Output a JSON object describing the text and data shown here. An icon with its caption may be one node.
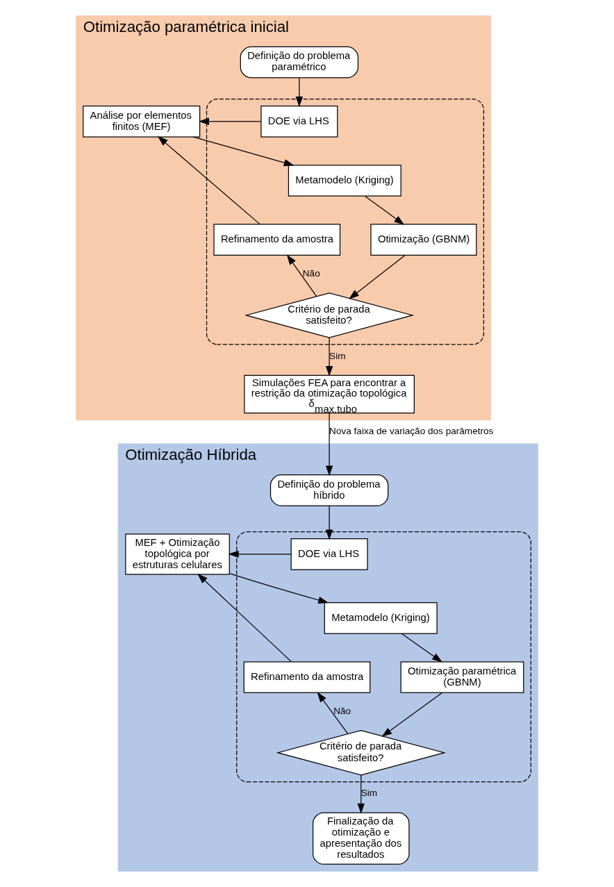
{
  "diagram": {
    "nodes": [
      {
        "text": [
          "Otimização paramétrica inicial"
        ]
      },
      {
        "text": [],
        "shape": "box",
        "in": 0
      },
      {
        "text": [
          "Definição do problema paramétrico"
        ],
        "in": 0
      },
      {
        "text": [
          "DOE via LHS"
        ],
        "in": 1
      },
      {
        "text": [
          "Análise por elementos finitos (MEF)"
        ],
        "in": 0
      },
      {
        "text": [
          "Metamodelo (Kriging)"
        ],
        "in": 1
      },
      {
        "text": [
          "Refinamento da amostra"
        ],
        "in": 1
      },
      {
        "text": [
          "Otimização (GBNM)"
        ],
        "in": 1
      },
      {
        "text": [
          "Critério de parada satisfeito?"
        ],
        "in": 1
      },
      {
        "text": [
          "Simulações FEA para encontrar a restrição da otimização topológica δ$_{max.tubo}$"
        ],
        "in": 0
      },
      {
        "text": [
          "Otimização Híbrida"
        ]
      },
      {
        "text": [],
        "shape": "box",
        "in": 10
      },
      {
        "text": [
          "Definição do problema híbrido"
        ],
        "in": 10
      },
      {
        "text": [
          "DOE via LHS"
        ],
        "in": 11
      },
      {
        "text": [
          "MEF + Otimização topológica por estruturas celulares"
        ],
        "in": 10
      },
      {
        "text": [
          "Metamodelo (Kriging)"
        ],
        "in": 11
      },
      {
        "text": [
          "Refinamento da amostra"
        ],
        "in": 11
      },
      {
        "text": [
          "Otimização paramétrica (GBNM)"
        ],
        "in": 11
      },
      {
        "text": [
          "Critério de parada satisfeito?"
        ],
        "in": 11
      },
      {
        "text": [
          "Finalização da otimização e apresentação dos resultados"
        ],
        "in": 10
      }
    ],
    "edges": [
      {
        "from": 2,
        "to": 3,
        "arrow": "to"
      },
      {
        "from": 3,
        "to": 4,
        "arrow": "to"
      },
      {
        "from": 4,
        "to": 5,
        "arrow": "to"
      },
      {
        "from": 5,
        "to": 7,
        "arrow": "to"
      },
      {
        "from": 7,
        "to": 8,
        "arrow": "to"
      },
      {
        "from": 8,
        "to": 6,
        "arrow": "to",
        "label": "Não"
      },
      {
        "from": 6,
        "to": 4,
        "arrow": "to"
      },
      {
        "from": 8,
        "to": 9,
        "arrow": "to",
        "label": "Sim"
      },
      {
        "from": 9,
        "to": 12,
        "arrow": "to",
        "label": "Nova faixa de variação dos parâmetros"
      },
      {
        "from": 12,
        "to": 13,
        "arrow": "to"
      },
      {
        "from": 13,
        "to": 14,
        "arrow": "to"
      },
      {
        "from": 14,
        "to": 15,
        "arrow": "to"
      },
      {
        "from": 15,
        "to": 17,
        "arrow": "to"
      },
      {
        "from": 17,
        "to": 18,
        "arrow": "to"
      },
      {
        "from": 18,
        "to": 16,
        "arrow": "to",
        "label": "Não"
      },
      {
        "from": 16,
        "to": 14,
        "arrow": "to"
      },
      {
        "from": 18,
        "to": 19,
        "arrow": "to",
        "label": "Sim"
      }
    ]
  }
}
